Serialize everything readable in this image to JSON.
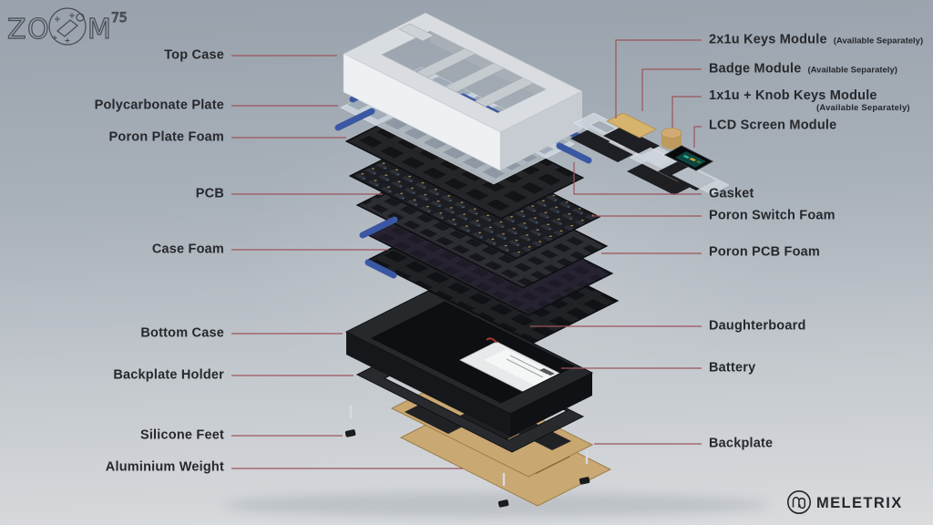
{
  "branding": {
    "product_logo": {
      "z": "Z",
      "o": "O",
      "m": "M",
      "suffix": "75"
    },
    "brand_logo": "MELETRIX"
  },
  "labels": {
    "left": [
      "Top Case",
      "Polycarbonate Plate",
      "Poron Plate Foam",
      "PCB",
      "Case Foam",
      "Bottom Case",
      "Backplate Holder",
      "Silicone Feet",
      "Aluminium Weight"
    ],
    "right": [
      {
        "text": "2x1u Keys Module",
        "note": "(Available Separately)"
      },
      {
        "text": "Badge Module",
        "note": "(Available Separately)"
      },
      {
        "text": "1x1u + Knob Keys Module",
        "note": "(Available Separately)"
      },
      {
        "text": "LCD Screen Module",
        "note": ""
      },
      {
        "text": "Gasket",
        "note": ""
      },
      {
        "text": "Poron Switch Foam",
        "note": ""
      },
      {
        "text": "Poron PCB Foam",
        "note": ""
      },
      {
        "text": "Daughterboard",
        "note": ""
      },
      {
        "text": "Battery",
        "note": ""
      },
      {
        "text": "Backplate",
        "note": ""
      }
    ]
  },
  "colors": {
    "leader_line": "#9b555b",
    "gasket_blue": "#3a57a3",
    "gold": "#c8a770",
    "label_text": "#26282c"
  }
}
